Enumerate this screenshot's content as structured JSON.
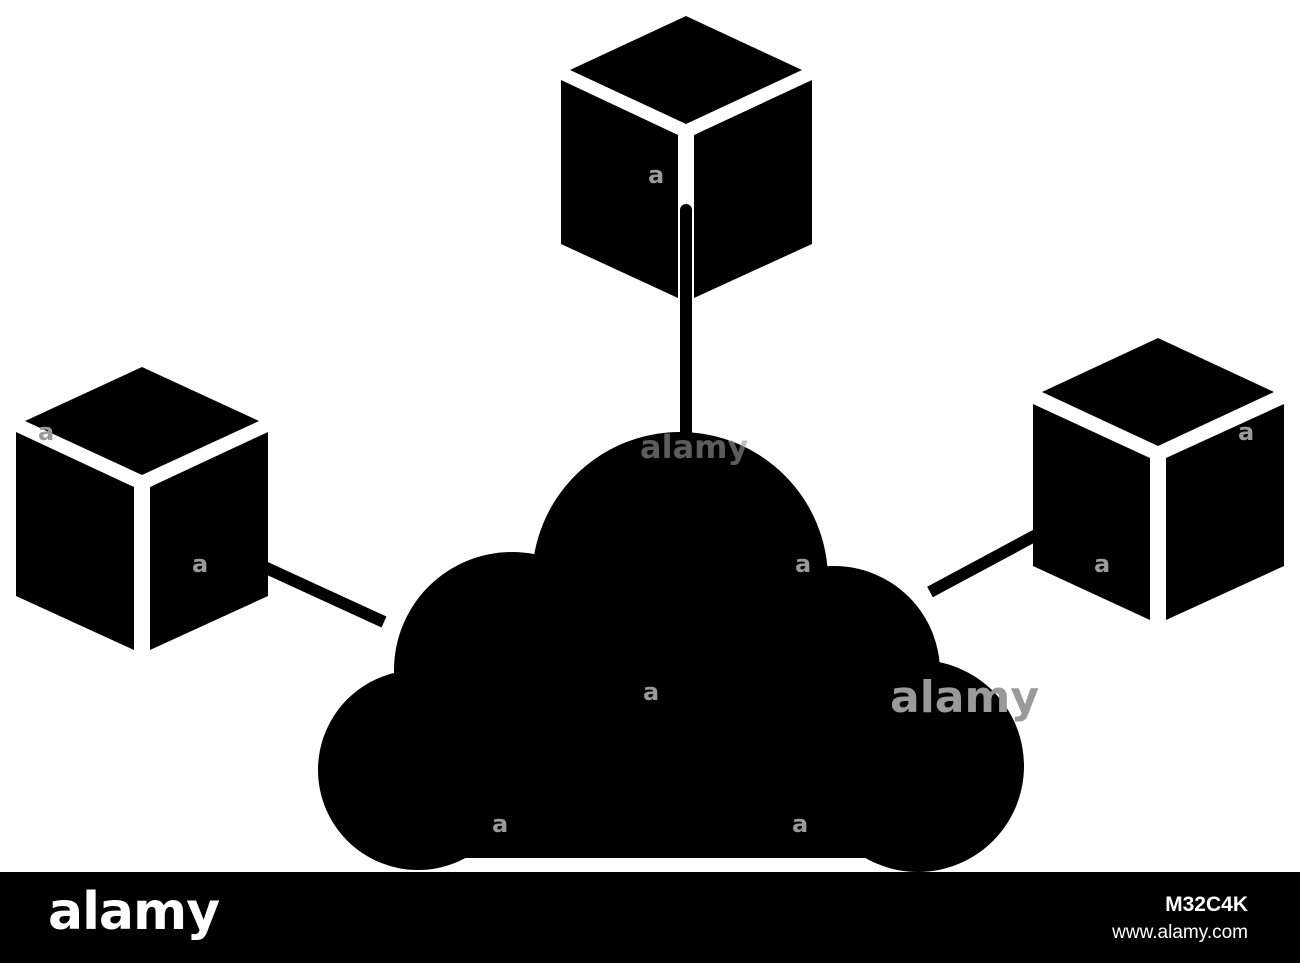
{
  "illustration": {
    "subject": "cloud-network-icon",
    "foreground_color": "#000000",
    "background_color": "#ffffff",
    "divider_color": "#ffffff",
    "nodes": [
      "cube-top",
      "cube-left",
      "cube-right"
    ],
    "hub": "cloud"
  },
  "watermark": {
    "text": "alamy",
    "mark": "a",
    "color": "#9a9a9a"
  },
  "footer": {
    "brand": "alamy",
    "image_id": "M32C4K",
    "url": "www.alamy.com",
    "background": "#000000",
    "text_color": "#ffffff"
  }
}
